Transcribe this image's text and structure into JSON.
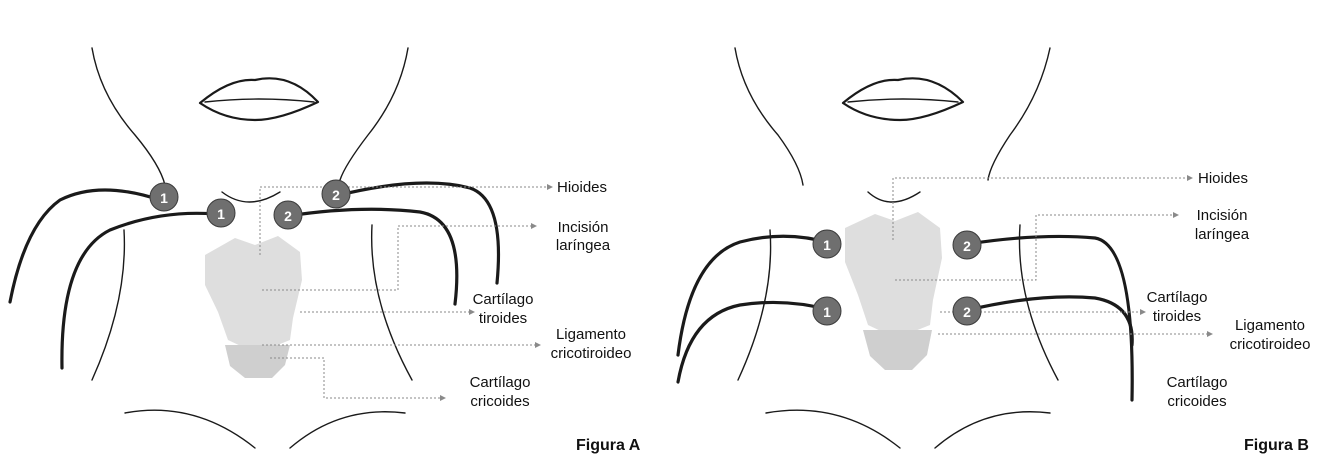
{
  "figures": [
    {
      "caption": "Figura A",
      "labels": {
        "hioides": "Hioides",
        "incision": [
          "Incisión",
          "laríngea"
        ],
        "tiroides": [
          "Cartílago",
          "tiroides"
        ],
        "ligamento": [
          "Ligamento",
          "cricotiroideo"
        ],
        "cricoides": [
          "Cartílago",
          "cricoides"
        ]
      },
      "markers": [
        "1",
        "1",
        "2",
        "2"
      ]
    },
    {
      "caption": "Figura B",
      "labels": {
        "hioides": "Hioides",
        "incision": [
          "Incisión",
          "laríngea"
        ],
        "tiroides": [
          "Cartílago",
          "tiroides"
        ],
        "ligamento": [
          "Ligamento",
          "cricotiroideo"
        ],
        "cricoides": [
          "Cartílago",
          "cricoides"
        ]
      },
      "markers": [
        "1",
        "1",
        "2",
        "2"
      ]
    }
  ],
  "colors": {
    "outline": "#1a1a1a",
    "marker": "#6f6f6f",
    "cartilage": "#dedede",
    "leader": "#8a8a8a"
  }
}
